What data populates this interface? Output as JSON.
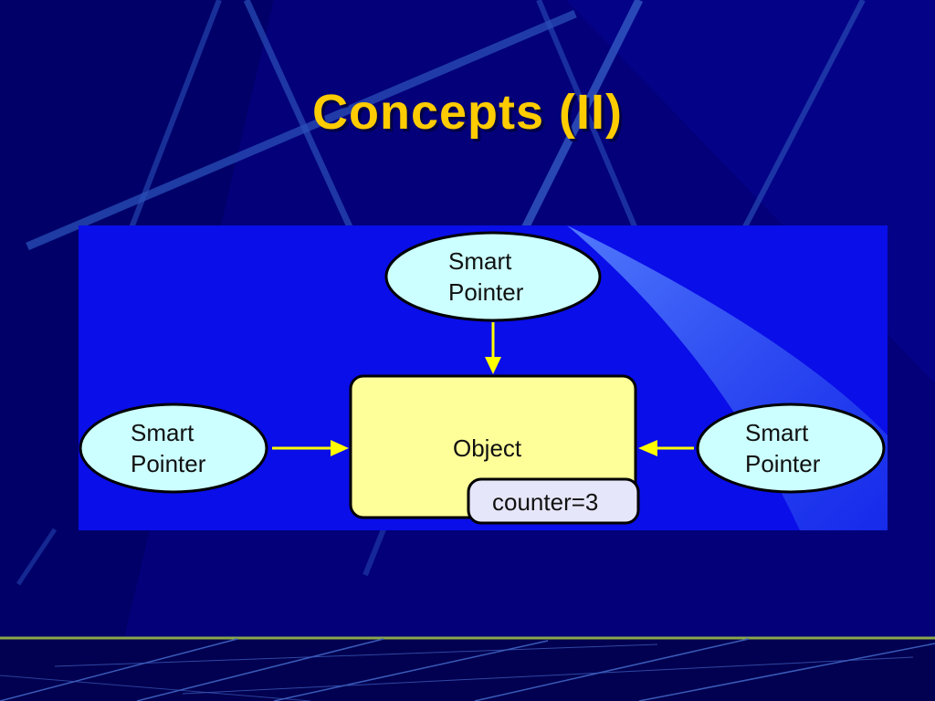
{
  "slide": {
    "title": "Concepts (II)"
  },
  "diagram": {
    "top_pointer": {
      "line1": "Smart",
      "line2": "Pointer"
    },
    "left_pointer": {
      "line1": "Smart",
      "line2": "Pointer"
    },
    "right_pointer": {
      "line1": "Smart",
      "line2": "Pointer"
    },
    "object_label": "Object",
    "counter_label": "counter=3",
    "colors": {
      "panel": "#0a0ee8",
      "ellipse_fill": "#ccffff",
      "object_fill": "#ffff99",
      "counter_fill": "#e6e6fa",
      "arrow": "#ffff00",
      "title": "#ffcc00"
    }
  }
}
